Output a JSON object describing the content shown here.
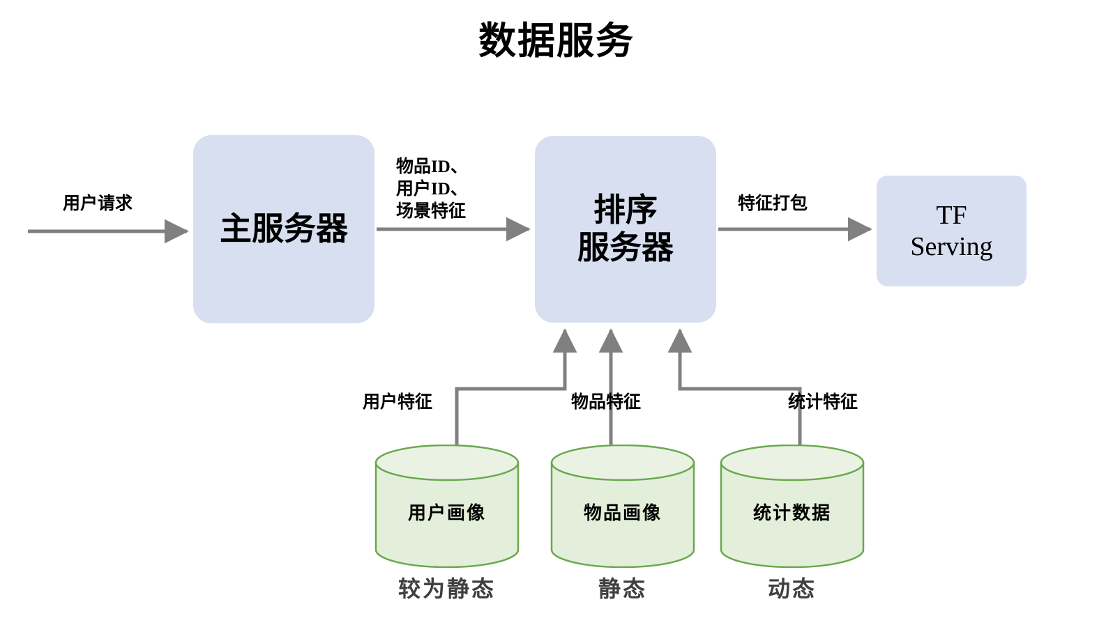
{
  "title": "数据服务",
  "nodes": {
    "main_server": {
      "label": "主服务器"
    },
    "rank_server": {
      "line1": "排序",
      "line2": "服务器"
    },
    "tf_serving": {
      "line1": "TF",
      "line2": "Serving"
    }
  },
  "edges": {
    "user_request": "用户请求",
    "request_payload": "物品ID、\n用户ID、\n场景特征",
    "feature_package": "特征打包",
    "user_feature": "用户特征",
    "item_feature": "物品特征",
    "stat_feature": "统计特征"
  },
  "databases": [
    {
      "label": "用户画像",
      "caption": "较为静态"
    },
    {
      "label": "物品画像",
      "caption": "静态"
    },
    {
      "label": "统计数据",
      "caption": "动态"
    }
  ],
  "colors": {
    "box_fill": "#d7dff0",
    "db_fill": "#e3efda",
    "db_top_fill": "#eaf3e3",
    "db_stroke": "#6aa84f",
    "connector": "#808080",
    "text": "#000000",
    "caption_text": "#3f3f3f",
    "background": "#ffffff"
  }
}
